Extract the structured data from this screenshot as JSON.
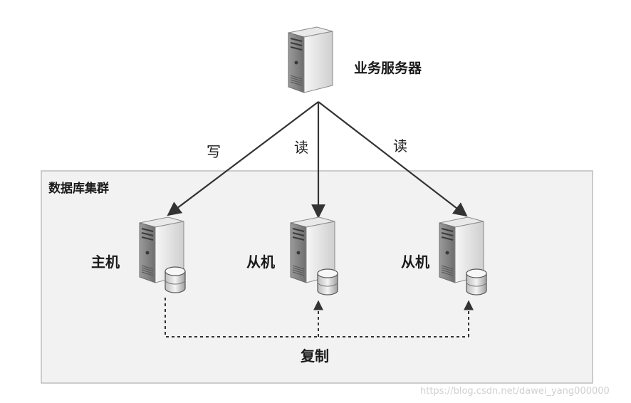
{
  "app_server_label": "业务服务器",
  "cluster_label": "数据库集群",
  "edges": {
    "write_label": "写",
    "read_left_label": "读",
    "read_right_label": "读"
  },
  "nodes": {
    "master_label": "主机",
    "slave_left_label": "从机",
    "slave_right_label": "从机"
  },
  "replication_label": "复制",
  "watermark": "https://blog.csdn.net/dawei_yang000000",
  "icons": {
    "server": "server-icon",
    "database": "database-cylinder-icon"
  },
  "colors": {
    "cluster_fill": "#f2f2f2",
    "cluster_border": "#bdbdbd",
    "arrow": "#333333",
    "server_body": "#e6e6e6",
    "server_dark": "#8a8a8a"
  }
}
